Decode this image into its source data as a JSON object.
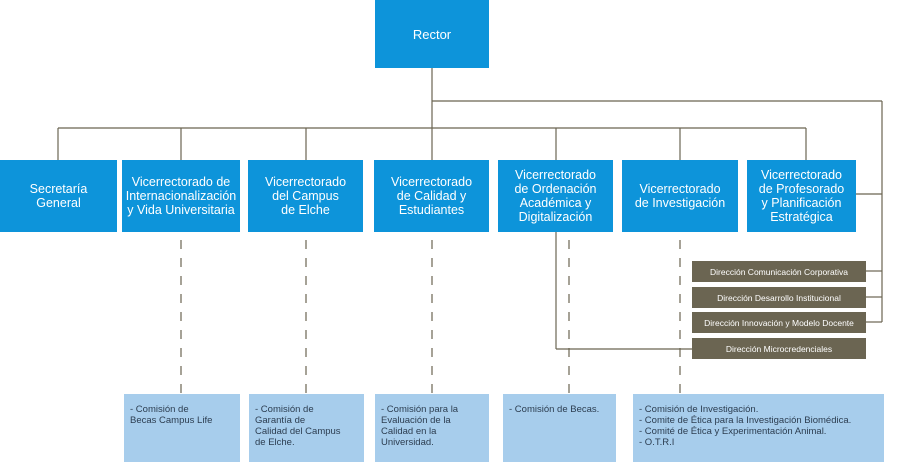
{
  "rector": "Rector",
  "vicerrectorados": [
    "Secretaría\nGeneral",
    "Vicerrectorado de\nInternacionalización\ny Vida Universitaria",
    "Vicerrectorado\ndel Campus\nde Elche",
    "Vicerrectorado\nde Calidad y\nEstudiantes",
    "Vicerrectorado\nde Ordenación\nAcadémica y\nDigitalización",
    "Vicerrectorado\nde Investigación",
    "Vicerrectorado\nde Profesorado\ny Planificación\nEstratégica"
  ],
  "direcciones": [
    "Dirección Comunicación Corporativa",
    "Dirección Desarrollo Institucional",
    "Dirección Innovación y Modelo Docente",
    "Dirección Microcredenciales"
  ],
  "comisiones": [
    [
      "- Comisión de\nBecas Campus Life"
    ],
    [
      "- Comisión de\nGarantía de\nCalidad del Campus\nde Elche."
    ],
    [
      "- Comisión para la\nEvaluación de la\nCalidad en la\nUniversidad."
    ],
    [
      "- Comisión de Becas."
    ],
    [
      "- Comisión de Investigación.",
      "- Comite de Ética para la Investigación Biomédica.",
      "- Comité de Ética y Experimentación Animal.",
      "- O.T.R.I"
    ]
  ],
  "colors": {
    "blue_box": "#0d94da",
    "direction_box": "#6b6552",
    "commission_box": "#a7cdec",
    "connector": "#6b6552"
  }
}
